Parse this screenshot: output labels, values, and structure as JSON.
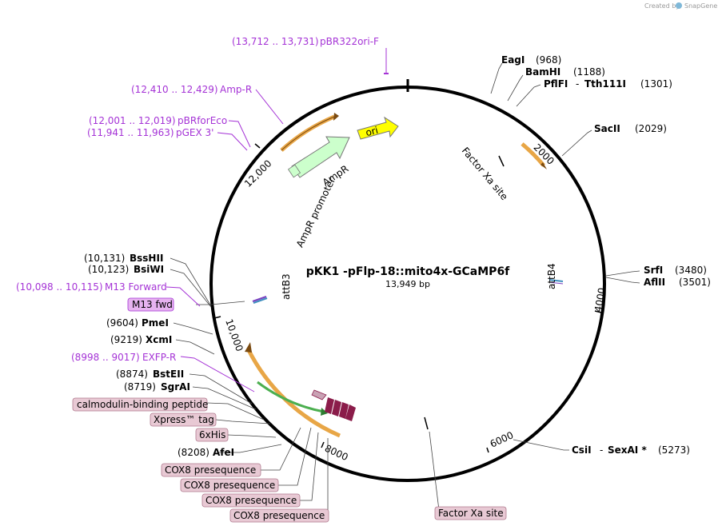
{
  "watermark": {
    "prefix": "Created by",
    "brand": "SnapGene"
  },
  "plasmid": {
    "name": "pKK1 -pFlp-18::mito4x-GCaMP6f",
    "size_label": "13,949 bp"
  },
  "ticks": [
    "2000",
    "4000",
    "6000",
    "8000",
    "10,000",
    "12,000"
  ],
  "enzymes_right": [
    {
      "name": "EagI",
      "pos": "(968)"
    },
    {
      "name": "BamHI",
      "pos": "(1188)"
    },
    {
      "name": "PflFI",
      "sep": "-",
      "name2": "Tth111I",
      "pos": "(1301)"
    },
    {
      "name": "SacII",
      "pos": "(2029)"
    },
    {
      "name": "SrfI",
      "pos": "(3480)"
    },
    {
      "name": "AflII",
      "pos": "(3501)"
    },
    {
      "name": "CsiI",
      "sep": "-",
      "name2": "SexAI *",
      "pos": "(5273)"
    }
  ],
  "enzymes_left": [
    {
      "name": "BssHII",
      "pos": "(10,131)"
    },
    {
      "name": "BsiWI",
      "pos": "(10,123)"
    },
    {
      "name": "PmeI",
      "pos": "(9604)"
    },
    {
      "name": "XcmI",
      "pos": "(9219)"
    },
    {
      "name": "BstEII",
      "pos": "(8874)"
    },
    {
      "name": "SgrAI",
      "pos": "(8719)"
    },
    {
      "name": "AfeI",
      "pos": "(8208)"
    }
  ],
  "primers": [
    {
      "range": "(13,712 .. 13,731)",
      "name": "pBR322ori-F"
    },
    {
      "range": "(12,410 .. 12,429)",
      "name": "Amp-R"
    },
    {
      "range": "(12,001 .. 12,019)",
      "name": "pBRforEco"
    },
    {
      "range": "(11,941 .. 11,963)",
      "name": "pGEX 3'"
    },
    {
      "range": "(10,098 .. 10,115)",
      "name": "M13 Forward"
    },
    {
      "range": "(8998 .. 9017)",
      "name": "EXFP-R"
    }
  ],
  "boxed_labels": {
    "m13fwd": "M13 fwd",
    "calmodulin": "calmodulin-binding peptide",
    "xpress": "Xpress™ tag",
    "his": "6xHis",
    "cox1": "COX8 presequence",
    "cox2": "COX8 presequence",
    "cox3": "COX8 presequence",
    "cox4": "COX8 presequence",
    "factorxa_bottom": "Factor Xa site"
  },
  "features": {
    "ori": "ori",
    "ampr": "AmpR",
    "ampr_promoter": "AmpR promoter",
    "factorxa_top": "Factor Xa site",
    "attb4": "attB4",
    "attb3": "attB3"
  },
  "colors": {
    "backbone": "#000000",
    "primer": "#a533d6",
    "ori": "#ffff00",
    "ampr": "#ccffcc",
    "orange_feature": "#e8a646",
    "maroon_feature": "#8b1c4a",
    "green_feature": "#4caf50",
    "box_pink": "#e8c9d4",
    "box_purple": "#e6b3f0"
  }
}
